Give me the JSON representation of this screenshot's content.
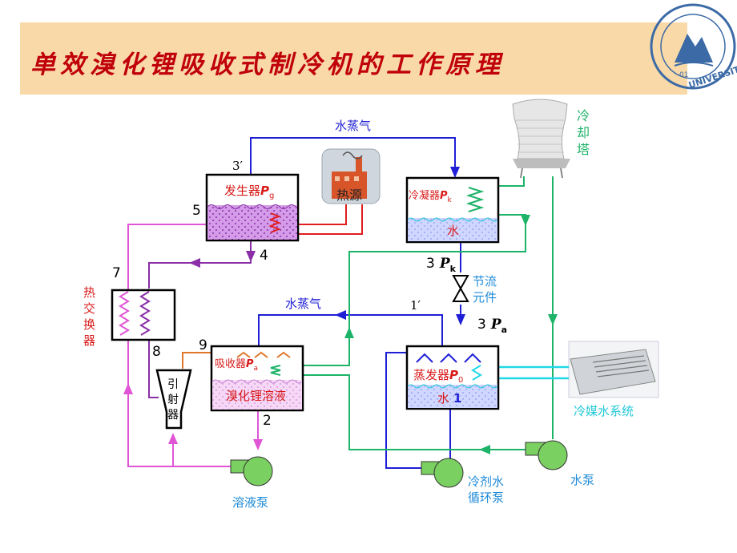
{
  "title": "单效溴化锂吸收式制冷机的工作原理",
  "logo": {
    "text": "UNIVERSITY",
    "year": "01"
  },
  "components": {
    "generator": "发生器",
    "generator_p": "P",
    "generator_sub": "g",
    "heat_source": "热源",
    "condenser": "冷凝器",
    "condenser_p": "P",
    "condenser_sub": "k",
    "condenser_water": "水",
    "cooling_tower": [
      "冷",
      "却",
      "塔"
    ],
    "throttle": [
      "节流",
      "元件"
    ],
    "evaporator": "蒸发器",
    "evaporator_p": "P",
    "evaporator_sub": "0",
    "evaporator_water": "水",
    "evaporator_num": "1",
    "absorber": "吸收器",
    "absorber_p": "P",
    "absorber_sub": "a",
    "solution": "溴化锂溶液",
    "heat_exchanger": [
      "热",
      "交",
      "换",
      "器"
    ],
    "ejector": [
      "引",
      "射",
      "器"
    ],
    "solution_pump": "溶液泵",
    "refrigerant_pump": [
      "冷剂水",
      "循环泵"
    ],
    "water_pump": "水泵",
    "chilled_water_system": "冷媒水系统"
  },
  "flow_labels": {
    "vapor_top": "水蒸气",
    "vapor_mid": "水蒸气",
    "pk_num": "3",
    "pk_p": "P",
    "pk_sub": "k",
    "pa_num": "3",
    "pa_p": "P",
    "pa_sub": "a",
    "pt_3prime": "3′",
    "pt_1prime": "1′",
    "pt_2": "2",
    "pt_4": "4",
    "pt_5": "5",
    "pt_7": "7",
    "pt_8": "8",
    "pt_9": "9"
  },
  "colors": {
    "vapor": "#1f1fd6",
    "cooling_water": "#1db368",
    "solution": "#e055d6",
    "heat_source": "#e01e1e",
    "chilled": "#22d8e8",
    "label_red": "#d91a1a",
    "label_blue": "#1f8bd8",
    "label_green": "#1db368",
    "pump": "#7ad060"
  }
}
